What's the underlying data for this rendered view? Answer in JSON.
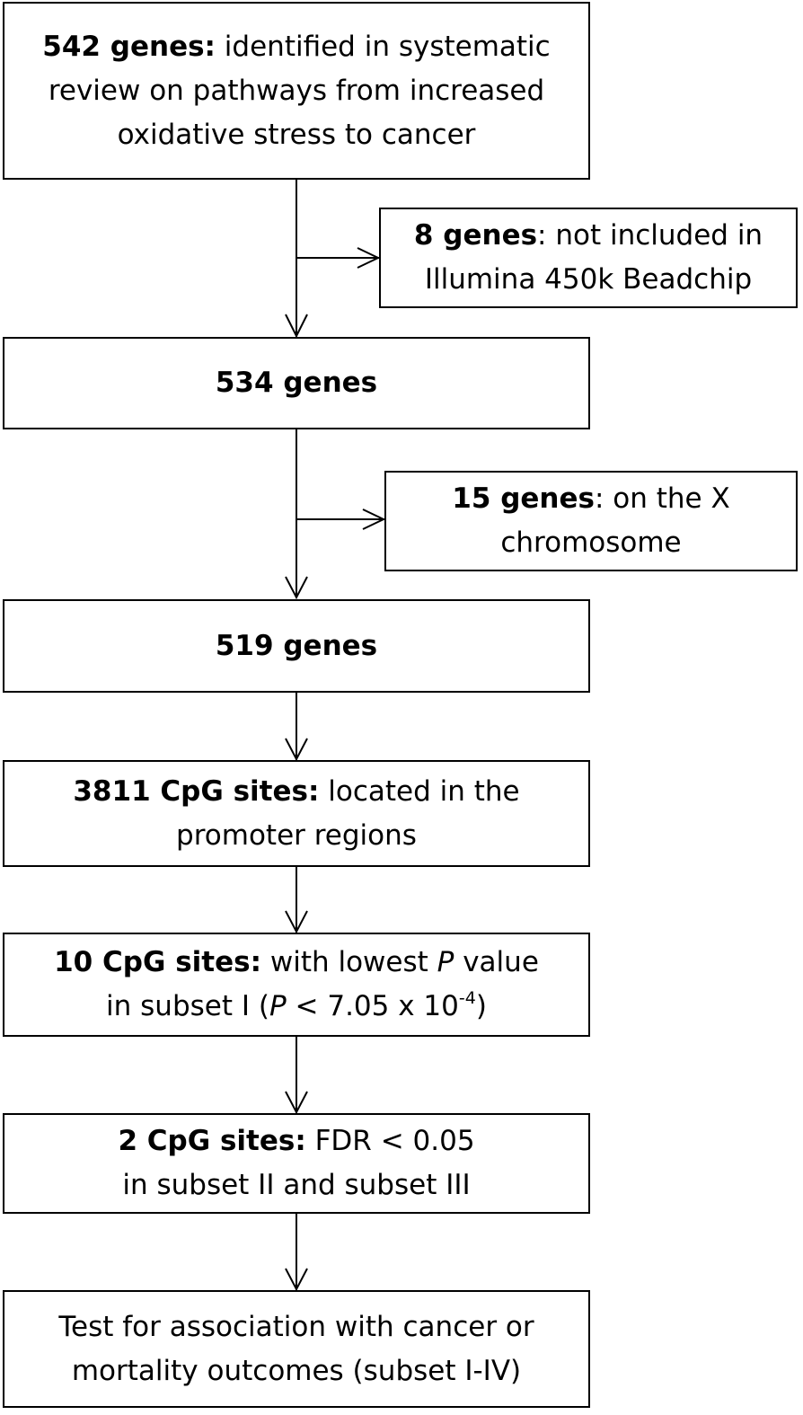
{
  "flowchart": {
    "box1": {
      "bold": "542 genes:",
      "line1": " identified in systematic",
      "line2": "review on pathways from increased",
      "line3": "oxidative stress to cancer"
    },
    "excl1": {
      "bold": "8 genes",
      "line1": ": not included in",
      "line2": "Illumina 450k Beadchip"
    },
    "box2": {
      "bold": "534 genes"
    },
    "excl2": {
      "bold": "15 genes",
      "line1": ": on the X",
      "line2": "chromosome"
    },
    "box3": {
      "bold": "519 genes"
    },
    "box4": {
      "bold": "3811 CpG sites:",
      "line1": " located in the",
      "line2": "promoter regions"
    },
    "box5": {
      "bold": "10 CpG sites:",
      "line1a": " with lowest ",
      "p1": "P",
      "line1b": " value",
      "line2a": "in subset I (",
      "p2": "P",
      "line2b": " < 7.05 x 10",
      "sup": "-4",
      "line2c": ")"
    },
    "box6": {
      "bold": "2 CpG sites:",
      "line1": " FDR < 0.05",
      "line2": "in subset II and subset III"
    },
    "box7": {
      "line1": "Test for association with cancer or",
      "line2": "mortality outcomes (subset I-IV)"
    }
  }
}
